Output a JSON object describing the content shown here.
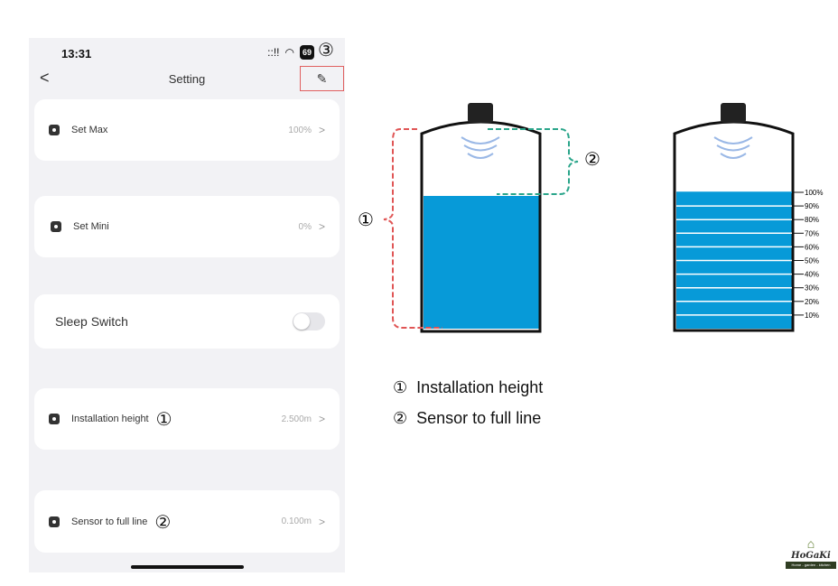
{
  "status": {
    "time": "13:31",
    "signal": "::!!",
    "wifi": "wifi-icon",
    "battery": "69",
    "marker": "③"
  },
  "header": {
    "title": "Setting",
    "back": "<",
    "edit": "✎"
  },
  "items": [
    {
      "label": "Set Max",
      "value": "100%"
    },
    {
      "label": "Set Mini",
      "value": "0%"
    },
    {
      "label": "Sleep Switch",
      "toggle": false
    },
    {
      "label": "Installation height",
      "value": "2.500m",
      "marker": "①"
    },
    {
      "label": "Sensor to full line",
      "value": "0.100m",
      "marker": "②"
    }
  ],
  "diagram": {
    "marker1": "①",
    "marker2": "②",
    "scale": [
      "100%",
      "90%",
      "80%",
      "70%",
      "60%",
      "50%",
      "40%",
      "30%",
      "20%",
      "10%"
    ],
    "water": "#079ad8",
    "bracket1": "#e05555",
    "bracket2": "#2aa58a"
  },
  "legend": [
    {
      "n": "①",
      "text": "Installation height"
    },
    {
      "n": "②",
      "text": "Sensor to full line"
    }
  ],
  "logo": {
    "name": "HoGaKi",
    "tag": "Home - garden - kitchen"
  }
}
